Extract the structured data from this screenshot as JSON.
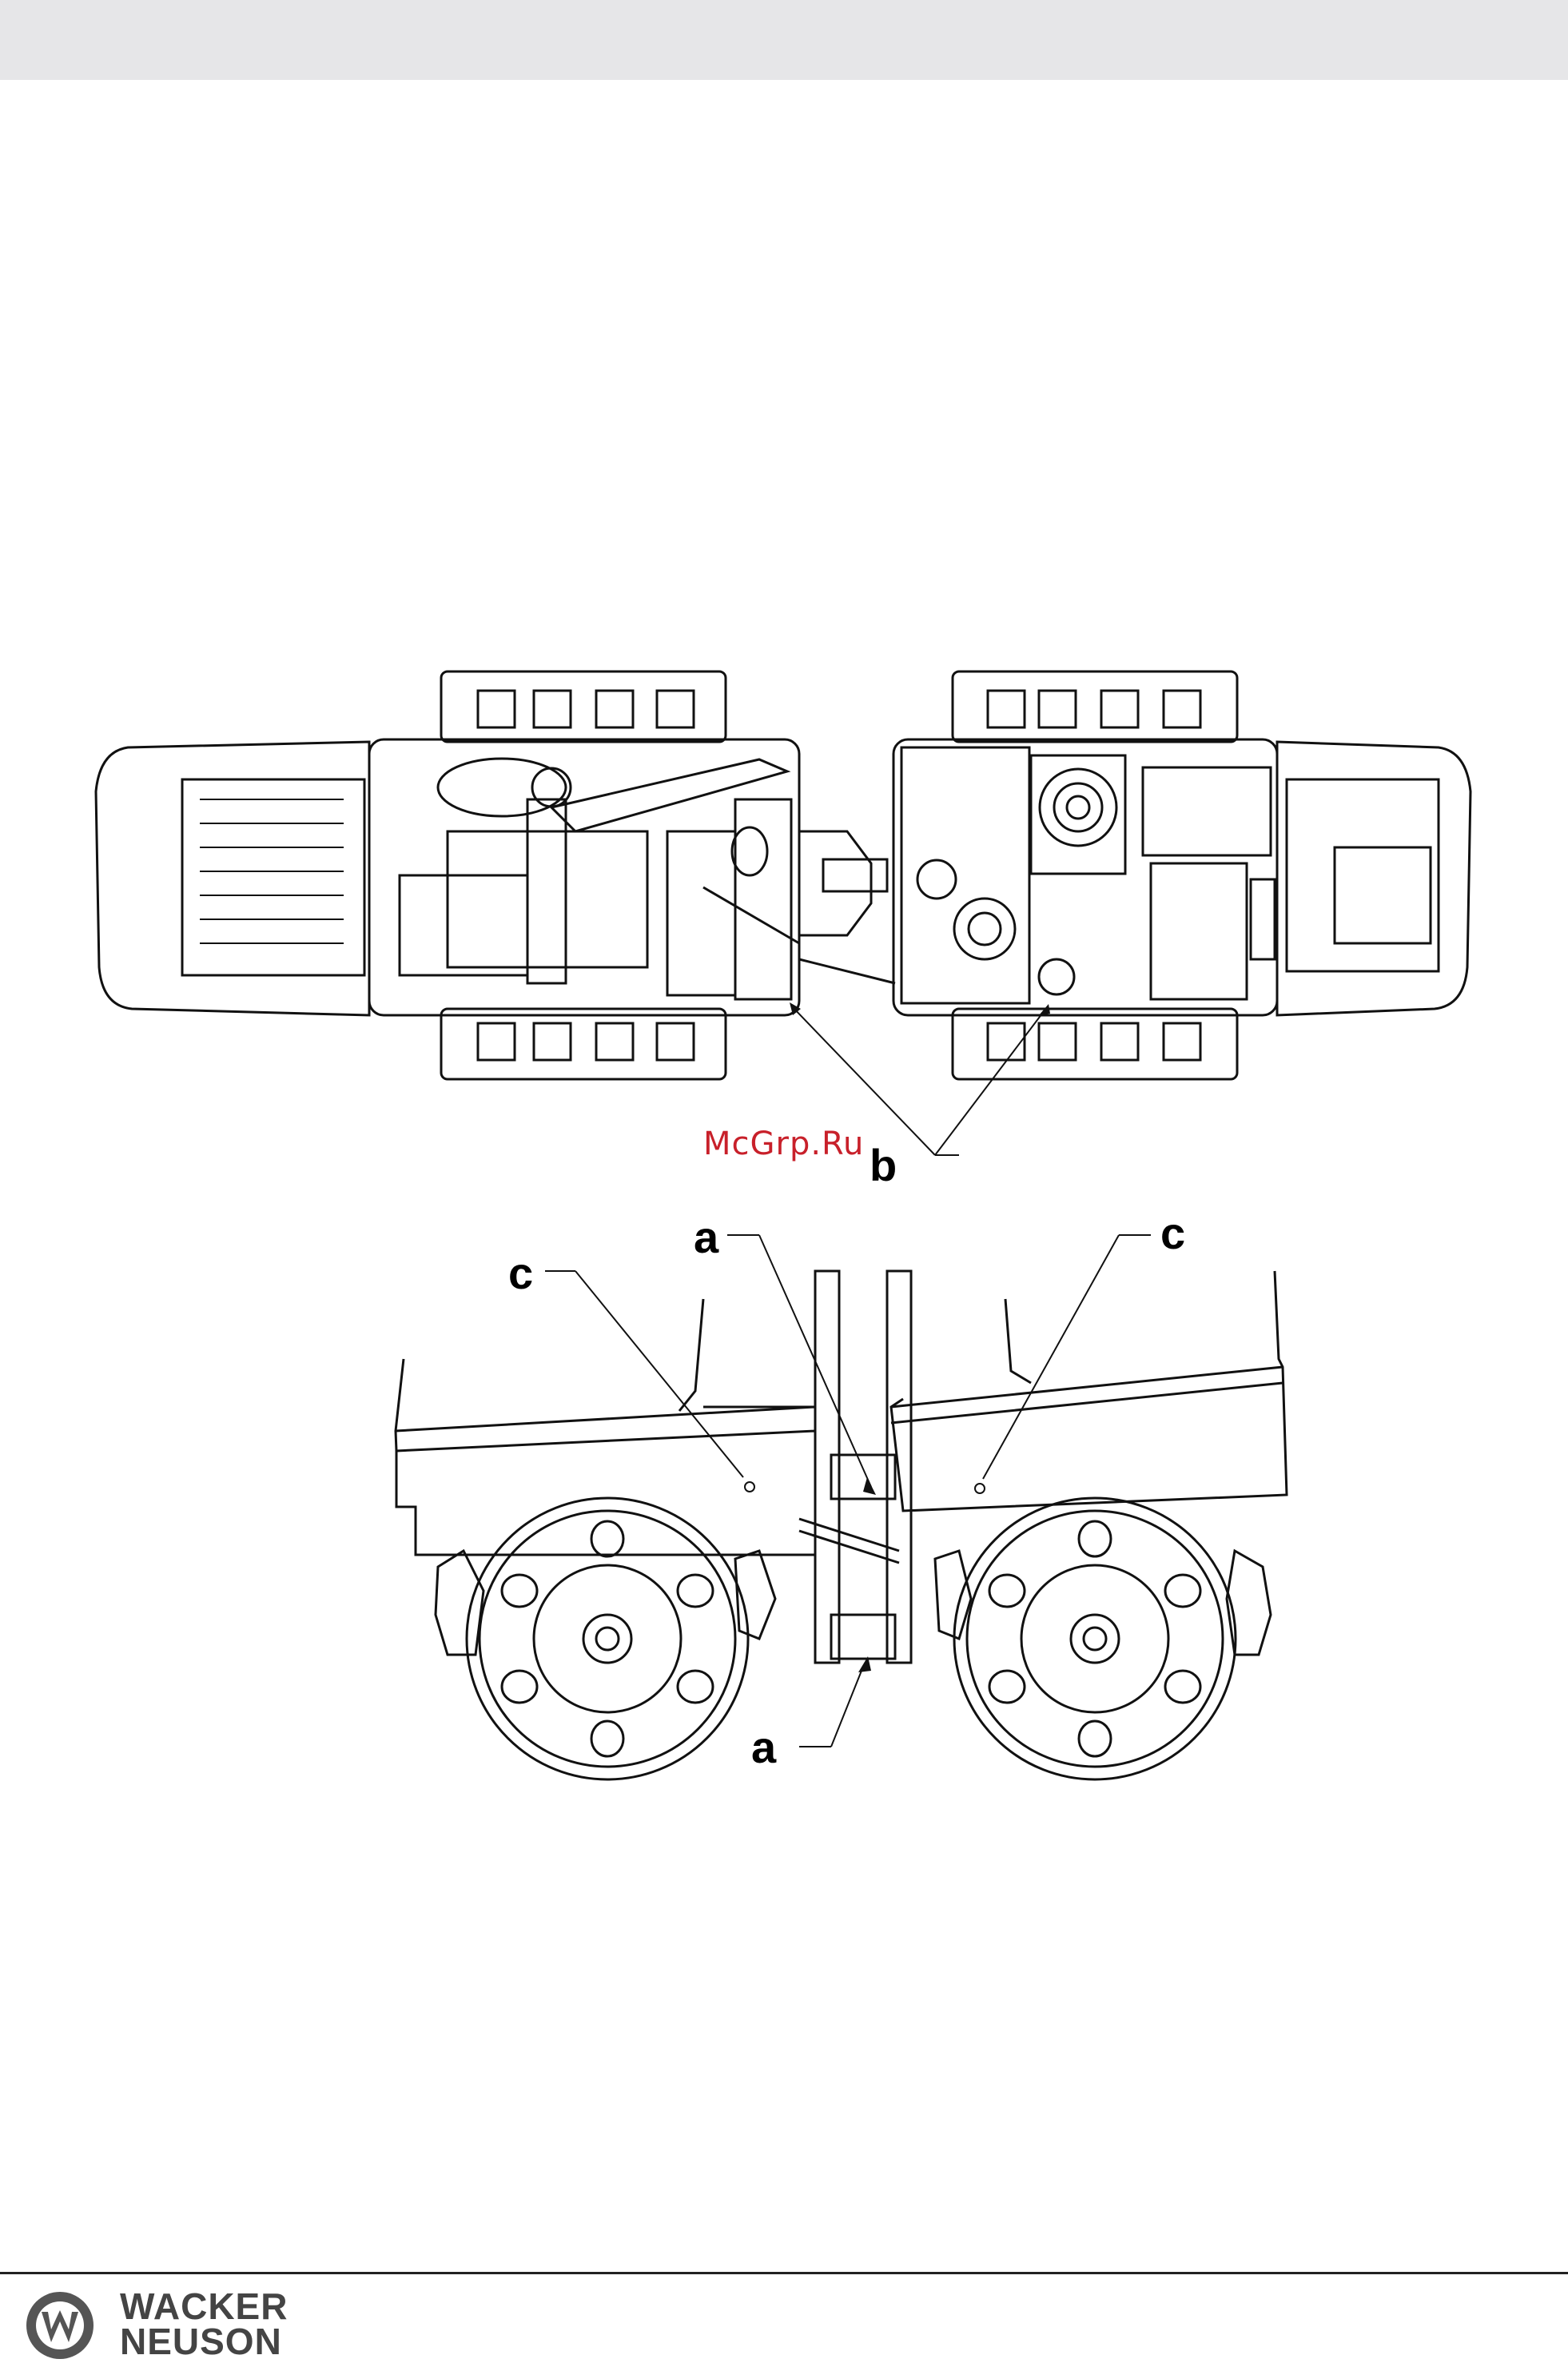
{
  "figure": {
    "labels": {
      "a_upper": "a",
      "a_lower": "a",
      "b": "b",
      "c_left": "c",
      "c_right": "c"
    }
  },
  "watermark": "McGrp.Ru",
  "footer": {
    "brand_line1": "WACKER",
    "brand_line2": "NEUSON"
  },
  "colors": {
    "header_band": "#e6e6e8",
    "watermark": "#c8202a",
    "line": "#111111"
  }
}
